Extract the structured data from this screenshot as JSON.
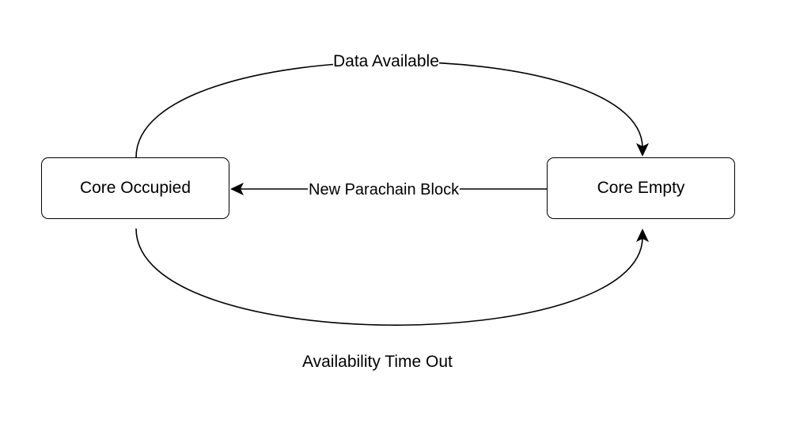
{
  "states": {
    "occupied": "Core Occupied",
    "empty": "Core Empty"
  },
  "transitions": {
    "data_available": "Data Available",
    "new_parachain_block": "New Parachain Block",
    "availability_time_out": "Availability Time Out"
  },
  "colors": {
    "stroke": "#000000",
    "background": "#ffffff"
  }
}
